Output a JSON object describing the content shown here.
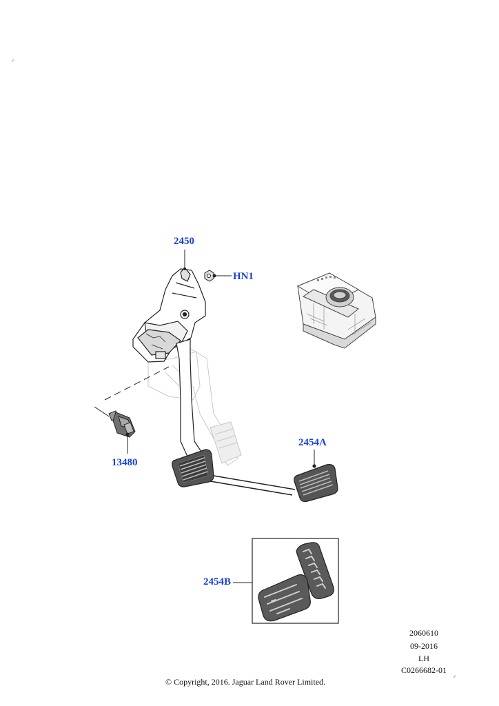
{
  "callouts": {
    "pedal_box": "2450",
    "nut": "HN1",
    "switch": "13480",
    "pedal_pad": "2454A",
    "pedal_pad_kit": "2454B"
  },
  "meta": {
    "ref": "2060610",
    "date": "09-2016",
    "side": "LH",
    "code": "C0266682-01"
  },
  "copyright": "© Copyright, 2016. Jaguar Land Rover Limited."
}
